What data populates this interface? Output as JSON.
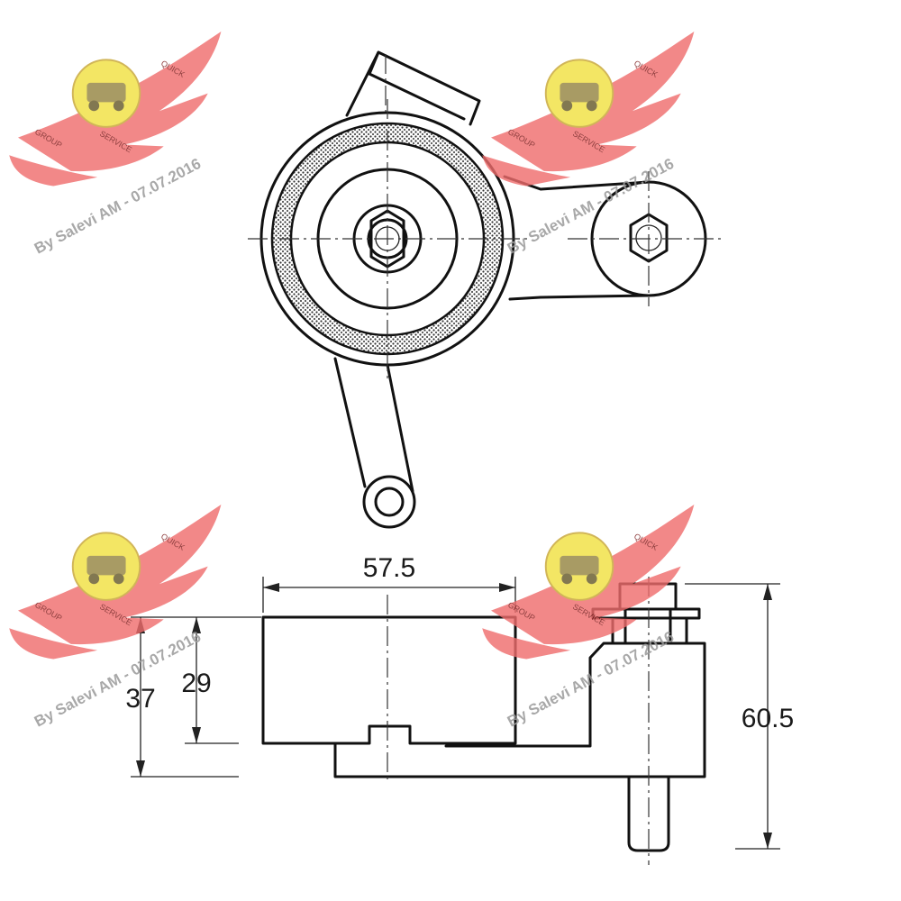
{
  "diagram": {
    "dimensions": {
      "width_top": "57.5",
      "height_small": "29",
      "height_left": "37",
      "height_total": "60.5"
    }
  },
  "watermark": {
    "caption": "By Salevi AM - 07.07.2016",
    "logo_text_top": "QUICK",
    "logo_text_bottom": "SERVICE",
    "logo_text_left": "GROUP",
    "colors": {
      "wing": "#ee6b6b",
      "badge": "#f2e24a",
      "text": "#a0a0a0"
    }
  }
}
